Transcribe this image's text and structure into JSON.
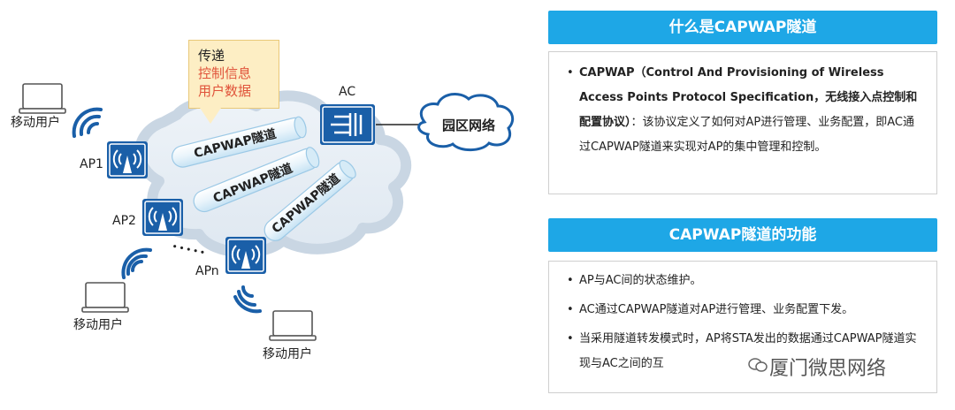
{
  "diagram": {
    "callout": {
      "line1": "传递",
      "line2": "控制信息",
      "line3": "用户数据"
    },
    "ac_label": "AC",
    "campus_label": "园区网络",
    "tunnel_label": "CAPWAP隧道",
    "ap_labels": [
      "AP1",
      "AP2",
      "APn"
    ],
    "dots": "• • • • •",
    "user_label": "移动用户"
  },
  "panel1": {
    "title": "什么是CAPWAP隧道",
    "bold_text": "CAPWAP（Control And Provisioning of Wireless Access Points Protocol Specification，无线接入点控制和配置协议）",
    "normal_text": "：该协议定义了如何对AP进行管理、业务配置，即AC通过CAPWAP隧道来实现对AP的集中管理和控制。"
  },
  "panel2": {
    "title": "CAPWAP隧道的功能",
    "items": [
      "AP与AC间的状态维护。",
      "AC通过CAPWAP隧道对AP进行管理、业务配置下发。",
      "当采用隧道转发模式时，AP将STA发出的数据通过CAPWAP隧道实现与AC之间的互"
    ]
  },
  "watermark": "厦门微思网络",
  "colors": {
    "header_bg": "#1ea7e6",
    "ap_blue": "#1a5fa8",
    "callout_bg": "#fdeec4",
    "accent_text": "#e0533a"
  }
}
